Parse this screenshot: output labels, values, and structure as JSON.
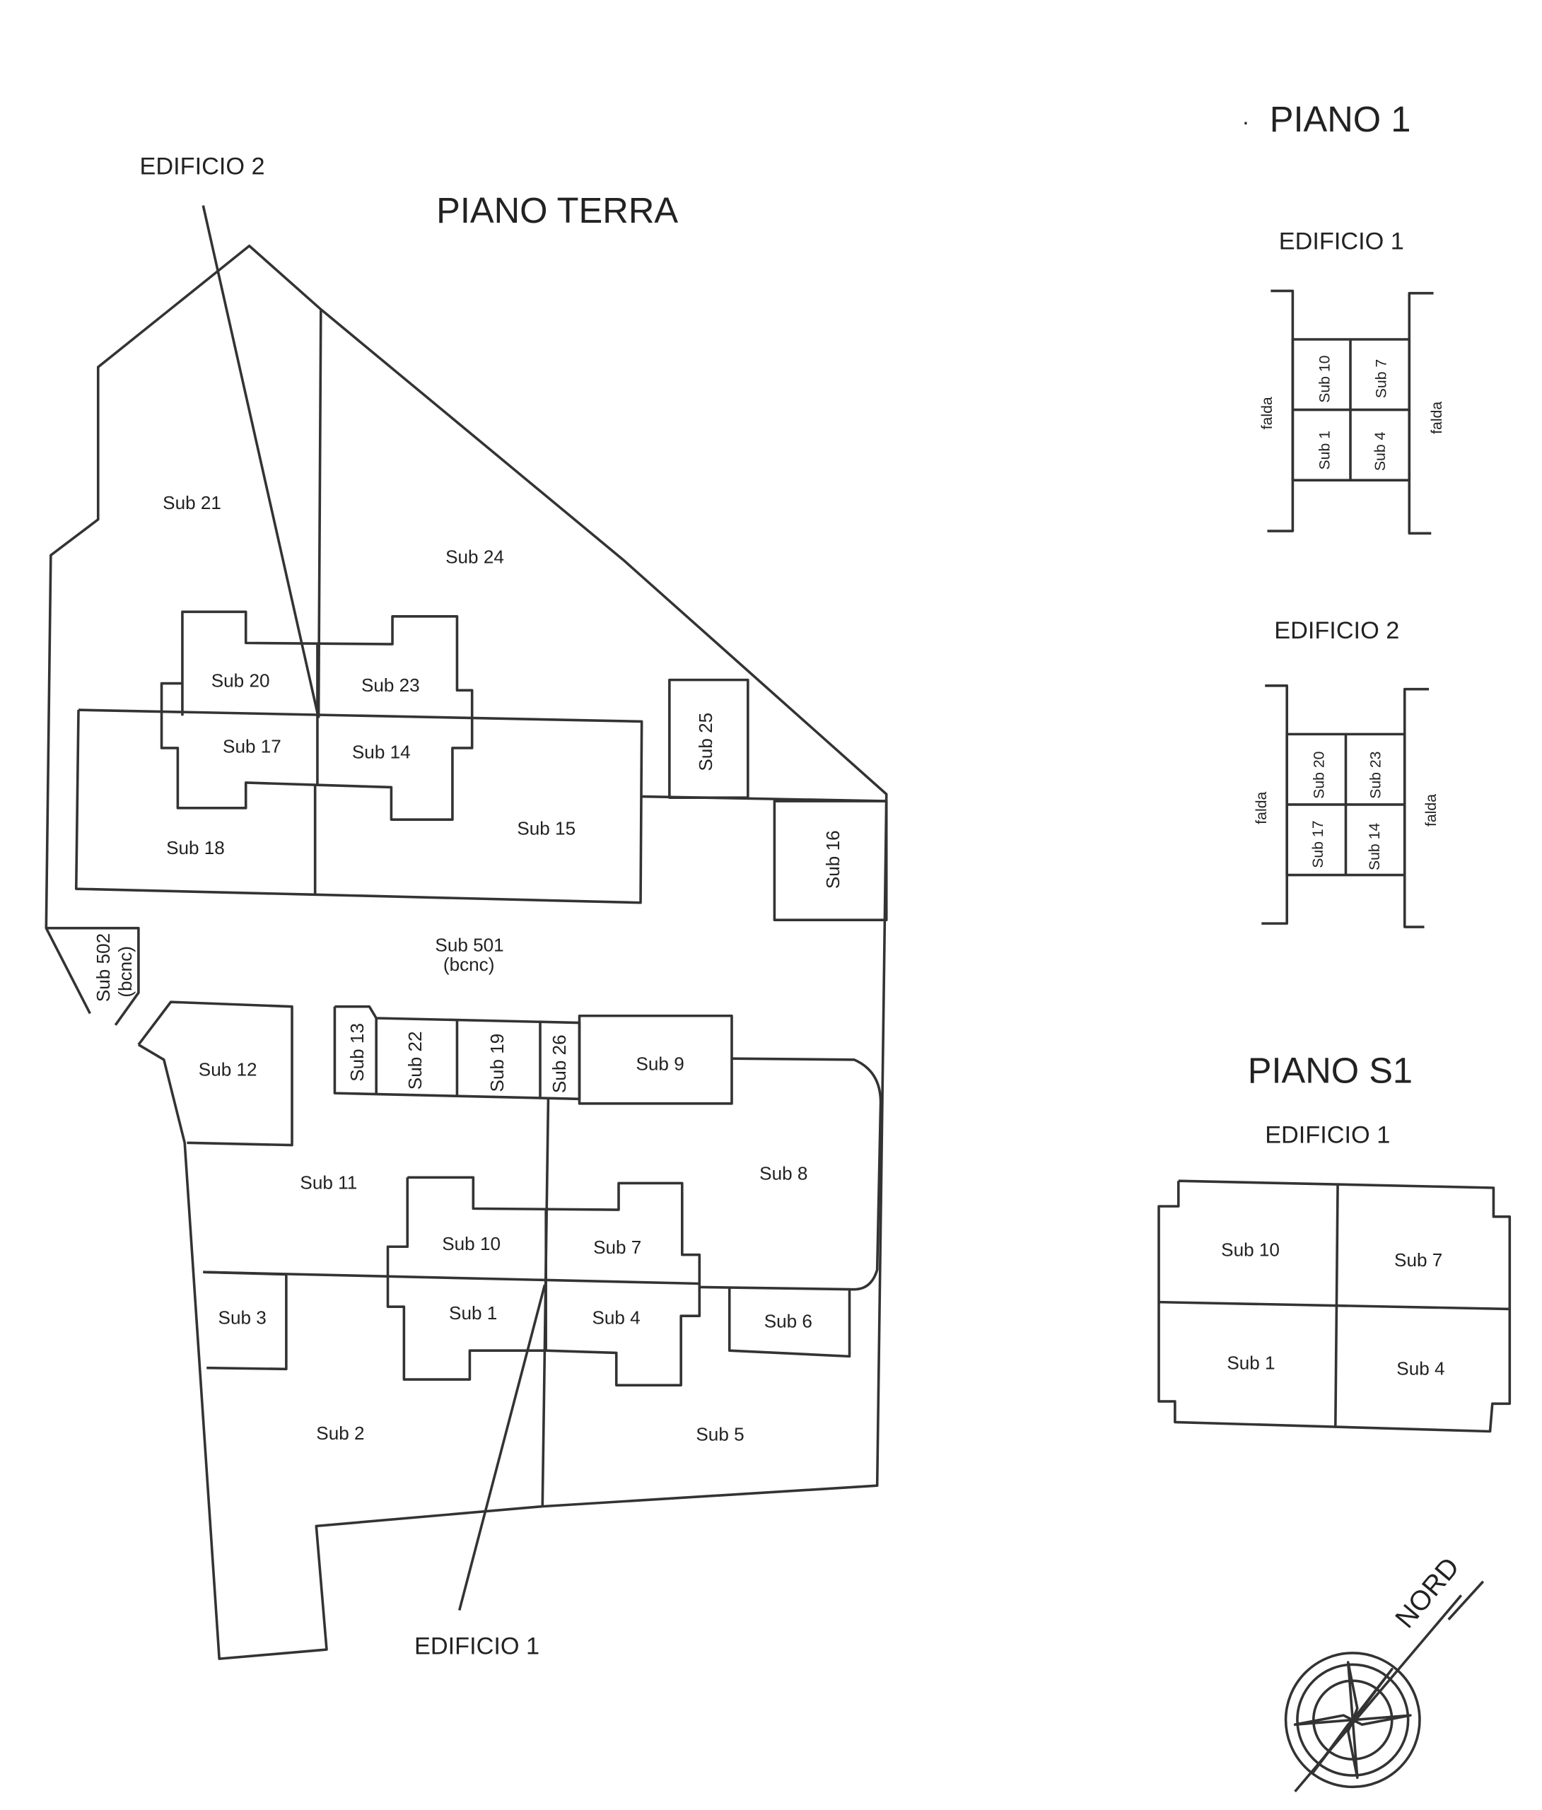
{
  "piano_terra": {
    "title": "PIANO TERRA",
    "edificio2_callout": "EDIFICIO 2",
    "edificio1_callout": "EDIFICIO 1",
    "labels": {
      "sub21": "Sub 21",
      "sub24": "Sub 24",
      "sub20": "Sub 20",
      "sub23": "Sub 23",
      "sub17": "Sub 17",
      "sub14": "Sub 14",
      "sub25": "Sub 25",
      "sub18": "Sub 18",
      "sub15": "Sub 15",
      "sub16": "Sub 16",
      "sub501": "Sub 501",
      "sub501_note": "(bcnc)",
      "sub502": "Sub 502",
      "sub502_note": "(bcnc)",
      "sub12": "Sub 12",
      "sub13": "Sub 13",
      "sub22": "Sub 22",
      "sub19": "Sub 19",
      "sub26": "Sub 26",
      "sub9": "Sub 9",
      "sub11": "Sub 11",
      "sub8": "Sub 8",
      "sub10": "Sub 10",
      "sub7": "Sub 7",
      "sub3": "Sub 3",
      "sub1": "Sub 1",
      "sub4": "Sub 4",
      "sub6": "Sub 6",
      "sub2": "Sub 2",
      "sub5": "Sub 5"
    }
  },
  "piano_1": {
    "title": "PIANO 1",
    "edificio1": {
      "heading": "EDIFICIO 1",
      "cells": {
        "tl": "Sub 10",
        "tr": "Sub 7",
        "bl": "Sub 1",
        "br": "Sub 4"
      },
      "falda_left": "falda",
      "falda_right": "falda"
    },
    "edificio2": {
      "heading": "EDIFICIO 2",
      "cells": {
        "tl": "Sub 20",
        "tr": "Sub 23",
        "bl": "Sub 17",
        "br": "Sub 14"
      },
      "falda_left": "falda",
      "falda_right": "falda"
    }
  },
  "piano_s1": {
    "title": "PIANO S1",
    "heading": "EDIFICIO 1",
    "cells": {
      "tl": "Sub 10",
      "tr": "Sub 7",
      "bl": "Sub 1",
      "br": "Sub 4"
    }
  },
  "compass": {
    "label": "NORD"
  }
}
